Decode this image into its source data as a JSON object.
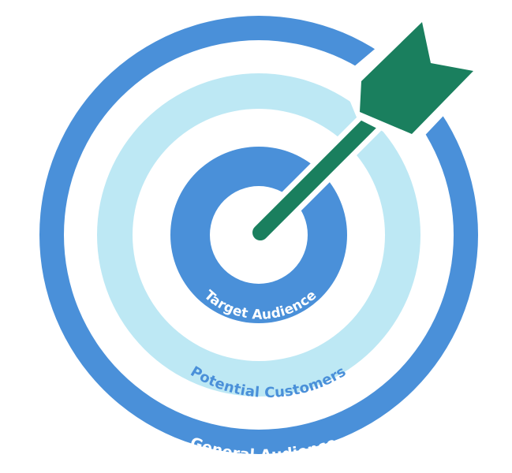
{
  "diagram": {
    "rings": [
      {
        "id": "general",
        "label": "General Audience",
        "color": "#4A90D9",
        "label_color": "#FFFFFF"
      },
      {
        "id": "potential",
        "label": "Potential Customers",
        "color": "#BDE8F4",
        "label_color": "#4A90D9"
      },
      {
        "id": "target",
        "label": "Target Audience",
        "color": "#4A90D9",
        "label_color": "#FFFFFF"
      }
    ],
    "arrow": {
      "color": "#1A7F5E"
    },
    "background": "#FFFFFF"
  }
}
